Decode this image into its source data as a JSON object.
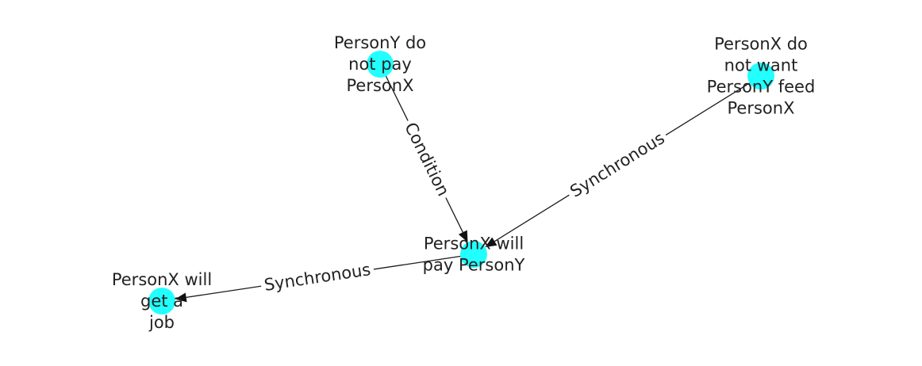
{
  "colors": {
    "node_fill": "#22ffff",
    "edge": "#1a1a1a",
    "label": "#222222",
    "background": "#ffffff"
  },
  "nodes": [
    {
      "id": "y-no-pay",
      "lines": [
        "PersonY do",
        "not pay",
        "PersonX"
      ]
    },
    {
      "id": "x-no-want",
      "lines": [
        "PersonX do",
        "not want",
        "PersonY feed",
        "PersonX"
      ]
    },
    {
      "id": "x-pay-y",
      "lines": [
        "PersonX will",
        "pay PersonY"
      ]
    },
    {
      "id": "x-get-job",
      "lines": [
        "PersonX will",
        "get a",
        "job"
      ]
    }
  ],
  "edges": [
    {
      "from": "y-no-pay",
      "to": "x-pay-y",
      "label": "Condition"
    },
    {
      "from": "x-no-want",
      "to": "x-pay-y",
      "label": "Synchronous"
    },
    {
      "from": "x-pay-y",
      "to": "x-get-job",
      "label": "Synchronous"
    }
  ]
}
